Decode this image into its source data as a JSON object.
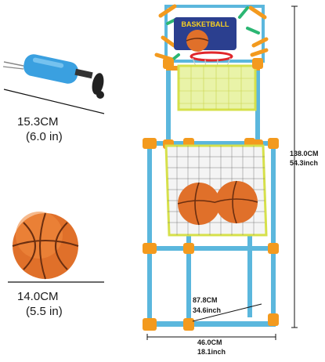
{
  "product": {
    "backboard_text": "BASKETBALL"
  },
  "dimensions": {
    "pump_length_cm": "15.3CM",
    "pump_length_in": "(6.0 in)",
    "ball_diameter_cm": "14.0CM",
    "ball_diameter_in": "(5.5 in)",
    "height_cm": "138.0CM",
    "height_in": "54.3inch",
    "depth_cm": "87.8CM",
    "depth_in": "34.6inch",
    "width_cm": "46.0CM",
    "width_in": "18.1inch"
  },
  "colors": {
    "frame_blue": "#5bb7dd",
    "frame_orange": "#f39a1e",
    "ball_orange": "#e0702a",
    "pump_blue": "#3aa0e0",
    "net_yellow": "#d6e04a"
  }
}
